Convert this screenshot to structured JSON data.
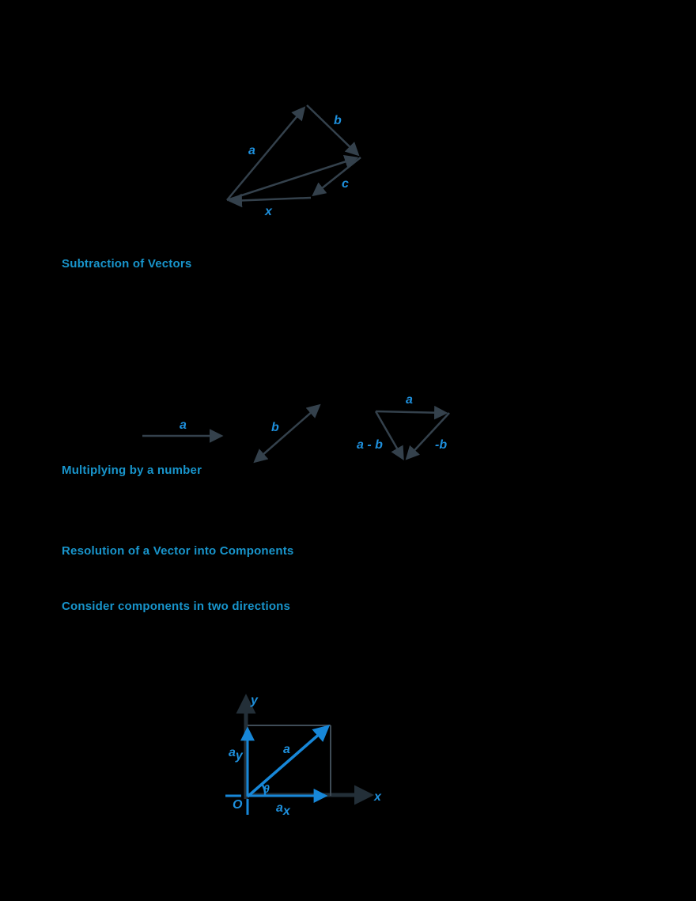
{
  "page": {
    "background": "#000000",
    "type": "vector-notes-page"
  },
  "colors": {
    "heading_blue": "#1895cc",
    "label_blue": "#1e90dd",
    "diagram_line": "#34414c",
    "vector_blue": "#1787d8",
    "axis_dark": "#232f38"
  },
  "headings": {
    "subtraction": "Subtraction of Vectors",
    "multiplying": "Multiplying by a number",
    "resolution": "Resolution of a Vector into Components",
    "consider": "Consider components in two directions"
  },
  "figure_addition": {
    "description": "polygon law of vector addition",
    "labels": {
      "left_side": "a",
      "top_right_side": "b",
      "right_side": "c",
      "bottom_side": "x"
    }
  },
  "figure_subtraction": {
    "description": "construction of a minus b",
    "labels": {
      "vector_a": "a",
      "vector_b": "b",
      "triangle_top": "a",
      "triangle_right": "-b",
      "triangle_left": "a - b"
    }
  },
  "figure_components": {
    "description": "resolution of vector a into x and y components",
    "labels": {
      "y_axis": "y",
      "x_axis": "x",
      "origin": "O",
      "angle": "θ",
      "vector": "a",
      "x_component": {
        "main": "a",
        "sub": "x"
      },
      "y_component": {
        "main": "a",
        "sub": "y"
      }
    }
  }
}
